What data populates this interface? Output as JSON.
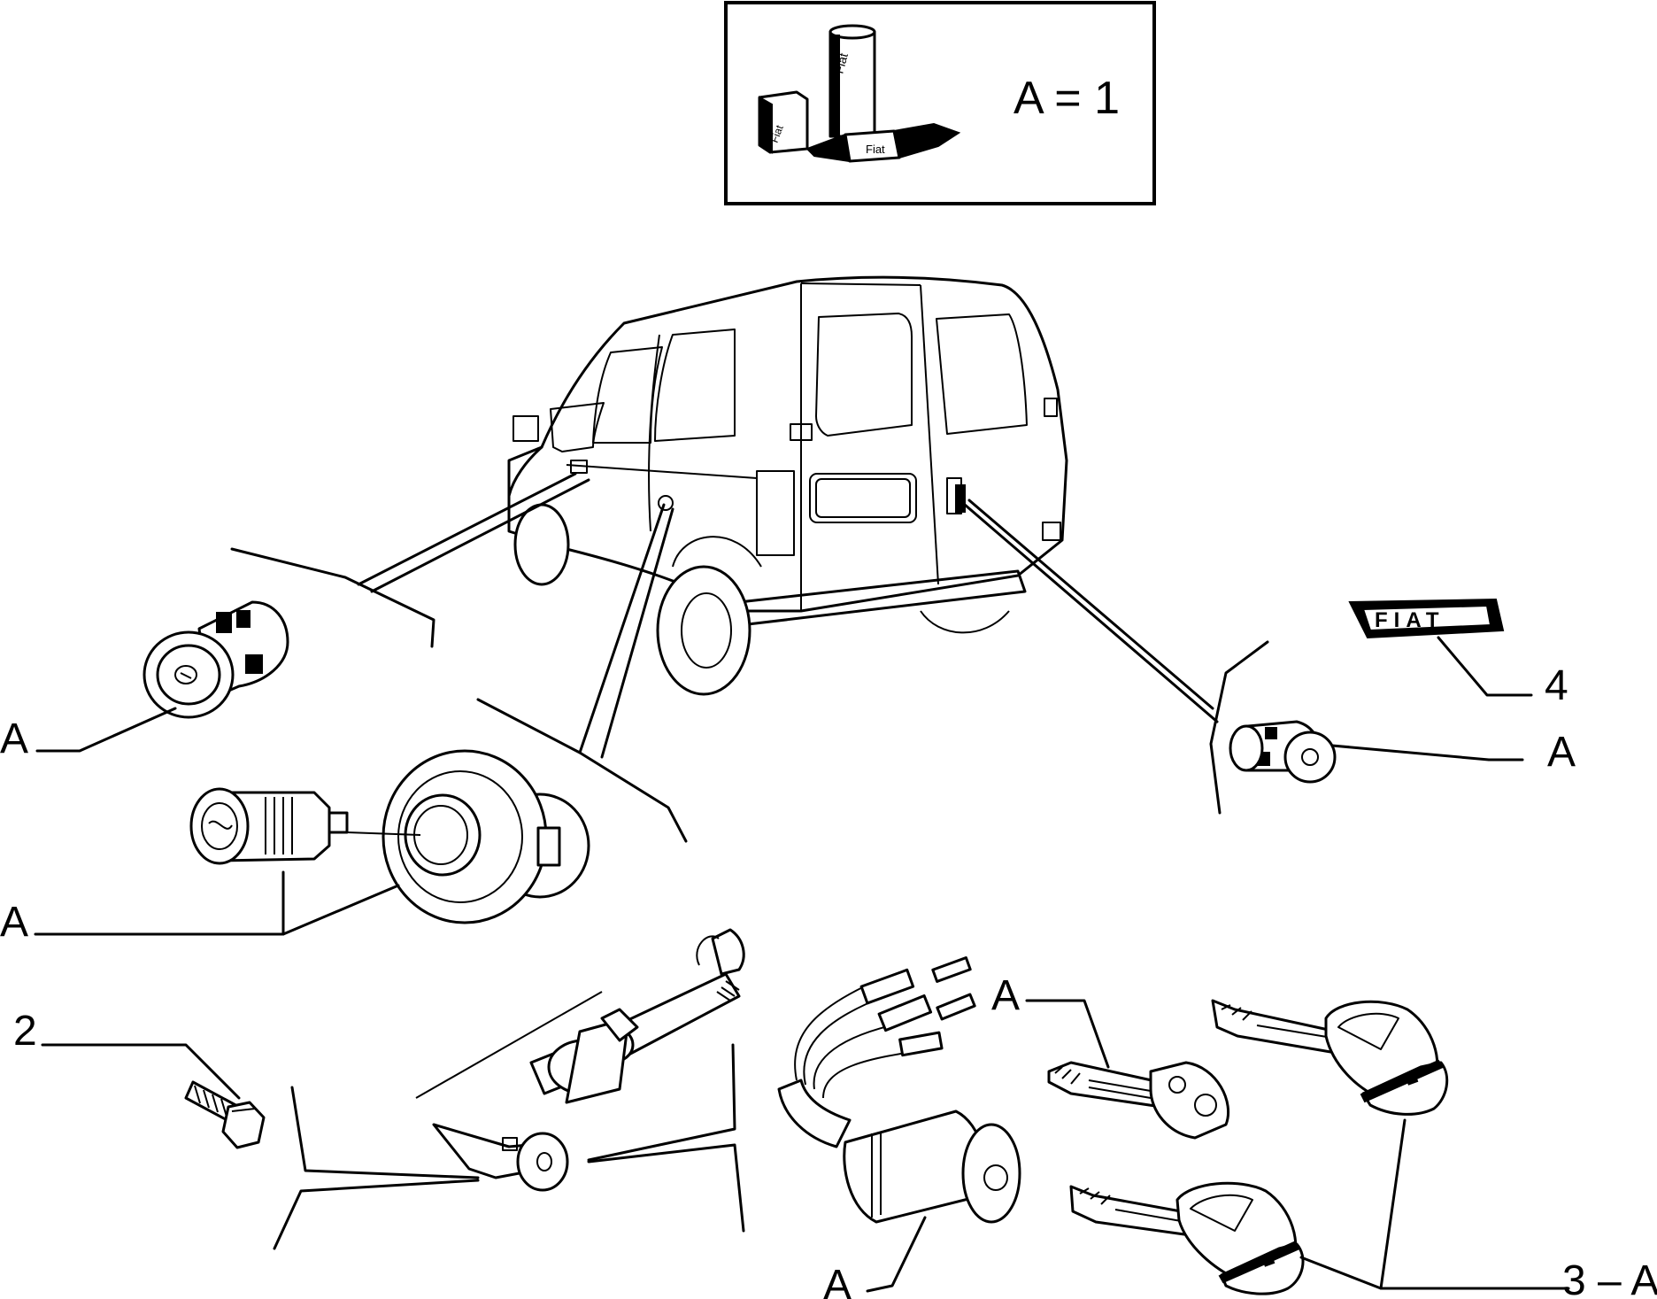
{
  "legend": {
    "formula": "A = 1",
    "package_brand": [
      "Fiat",
      "Fiat",
      "Fiat"
    ]
  },
  "labels": {
    "a_left_top": "A",
    "a_left_mid": "A",
    "a_right": "A",
    "a_key_small": "A",
    "a_ignition": "A",
    "ref_2": "2",
    "ref_3a": "3 – A",
    "ref_4": "4"
  },
  "badge": {
    "text": "FIAT"
  }
}
